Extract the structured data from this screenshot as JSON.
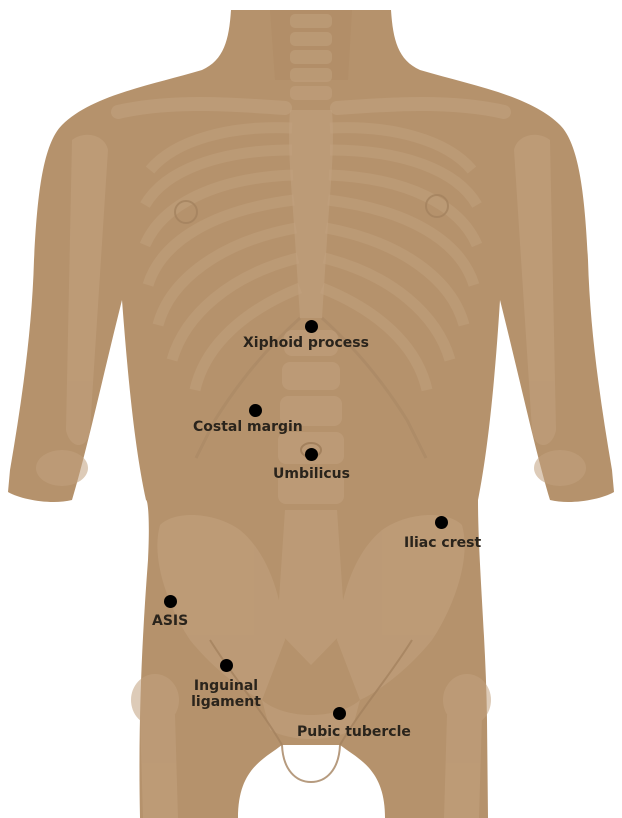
{
  "colors": {
    "skin": "#b5926c",
    "skin_shade": "#a4825f",
    "bone": "#c2a27f",
    "bone_line": "#9c7b58",
    "marker": "#000000",
    "label": "#2a241c"
  },
  "landmarks": [
    {
      "id": "xiphoid",
      "label": "Xiphoid process"
    },
    {
      "id": "costal",
      "label": "Costal margin"
    },
    {
      "id": "umbilicus",
      "label": "Umbilicus"
    },
    {
      "id": "iliac",
      "label": "Iliac crest"
    },
    {
      "id": "asis",
      "label": "ASIS"
    },
    {
      "id": "inguinal",
      "label": "Inguinal ligament"
    },
    {
      "id": "pubic",
      "label": "Pubic tubercle"
    }
  ]
}
